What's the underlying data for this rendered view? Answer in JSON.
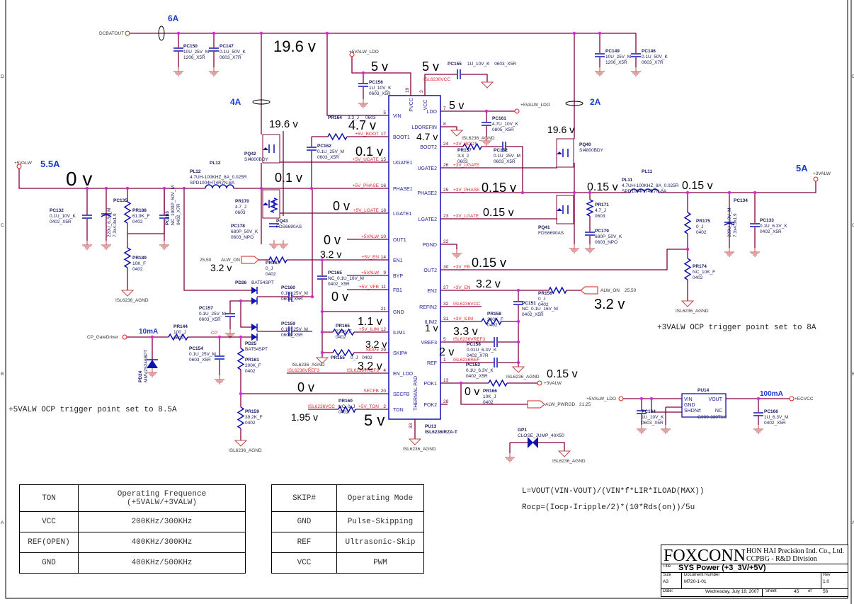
{
  "title_block": {
    "company": "FOXCONN",
    "company_full": "HON HAI Precision Ind. Co., Ltd.",
    "division": "CCPBG - R&D Division",
    "title_label": "Title",
    "title": "SYS Power (+3_3V/+5V)",
    "size_label": "Size",
    "size": "A3",
    "docnum_label": "Document Number",
    "docnum": "M720-1-01",
    "rev_label": "Rev",
    "rev": "1.0",
    "date_label": "Date:",
    "date": "Wednesday, July 18, 2007",
    "sheet_label": "Sheet",
    "sheet": "45",
    "of_label": "of",
    "sheet_total": "56"
  },
  "ic": {
    "ref": "PU13",
    "part": "ISL6236IRZA-T",
    "thermal_label": "THERMAL PAD",
    "thermal_pin": "33",
    "top_pins": [
      {
        "name": "PVCC",
        "num": "19"
      },
      {
        "name": "VCC",
        "num": "3"
      }
    ],
    "left_pins": [
      {
        "name": "VIN",
        "num": "5",
        "net": ""
      },
      {
        "name": "BOOT1",
        "num": "17",
        "net": "+5V_BOOT"
      },
      {
        "name": "UGATE1",
        "num": "15",
        "net": "+5V_UGATE"
      },
      {
        "name": "PHASE1",
        "num": "16",
        "net": "+5V_PHASE"
      },
      {
        "name": "LGATE1",
        "num": "18",
        "net": "+5V_LGATE"
      },
      {
        "name": "OUT1",
        "num": "10",
        "net": "+5VALW"
      },
      {
        "name": "EN1",
        "num": "14",
        "net": "+5V_EN"
      },
      {
        "name": "BYP",
        "num": "9",
        "net": "+5VALW"
      },
      {
        "name": "FB1",
        "num": "11",
        "net": "+5V_VFB"
      },
      {
        "name": "GND",
        "num": "21",
        "net": ""
      },
      {
        "name": "ILIM1",
        "num": "12",
        "net": "+5V_ILIM"
      },
      {
        "name": "SKIP#",
        "num": "29",
        "net": "SKIP#"
      },
      {
        "name": "EN_LDO",
        "num": "4",
        "net": "ISL6236VREF3"
      },
      {
        "name": "SECFB",
        "num": "20",
        "net": "SECFB"
      },
      {
        "name": "TON",
        "num": "2",
        "net": "+5V_TON"
      }
    ],
    "right_pins": [
      {
        "name": "LDO",
        "num": "7",
        "net": ""
      },
      {
        "name": "LDOREFIN",
        "num": "8",
        "net": ""
      },
      {
        "name": "BOOT2",
        "num": "24",
        "net": "+3V_BOOT"
      },
      {
        "name": "UGATE2",
        "num": "26",
        "net": "+3V_UGATE"
      },
      {
        "name": "PHASE2",
        "num": "25",
        "net": "+3V_PHASE"
      },
      {
        "name": "LGATE2",
        "num": "23",
        "net": "+3V_LGATE"
      },
      {
        "name": "PGND",
        "num": "22",
        "net": ""
      },
      {
        "name": "OUT2",
        "num": "30",
        "net": "+3V_FB"
      },
      {
        "name": "EN2",
        "num": "27",
        "net": "+3V_EN"
      },
      {
        "name": "REFIN2",
        "num": "32",
        "net": "ISL6236VCC"
      },
      {
        "name": "ILIM2",
        "num": "31",
        "net": "+3V_ILIM"
      },
      {
        "name": "VREF3",
        "num": "5",
        "net": "ISL6236VREF3"
      },
      {
        "name": "REF",
        "num": "1",
        "net": "ISL6236REF"
      },
      {
        "name": "POK1",
        "num": "13",
        "net": ""
      },
      {
        "name": "POK2",
        "num": "28",
        "net": ""
      }
    ]
  },
  "extra_nets": [
    "ISL6236VCC",
    "ISL6236VCC",
    "CP"
  ],
  "ports": [
    {
      "name": "DCBATOUT"
    },
    {
      "name": "+5VALW"
    },
    {
      "name": "+5VALW_LDO"
    },
    {
      "name": "+5VALW_LDO"
    },
    {
      "name": "+3VALW"
    },
    {
      "name": "+3VALW"
    },
    {
      "name": "ALW_ON",
      "ref": "25,50"
    },
    {
      "name": "ALW_ON",
      "ref": "25,50"
    },
    {
      "name": "CP_GateDriver"
    },
    {
      "name": "ALW_PWRGD",
      "ref": "21,25"
    },
    {
      "name": "+5VALW_LDO"
    },
    {
      "name": "+ECVCC"
    }
  ],
  "agnd_label": "ISL6236_AGND",
  "voltages": [
    "19.6 v",
    "5 v",
    "5 v",
    "19.6 v",
    "4.7 v",
    "0.1 v",
    "0 v",
    "0.1 v",
    "0 v",
    "0 v",
    "3.2 v",
    "3.2 v",
    "0 v",
    "1.1 v",
    "3.2 v",
    "3.2 v",
    "0 v",
    "1.95 v",
    "5 v",
    "5 v",
    "4.7 v",
    "0.15 v",
    "0.15 v",
    "19.6 v",
    "0.15 v",
    "0.15 v",
    "0.15 v",
    "3.2 v",
    "3.2 v",
    "1 v",
    "3.3 v",
    "2 v",
    "0.15 v",
    "0 v"
  ],
  "currents": [
    "6A",
    "4A",
    "5.5A",
    "2A",
    "5A",
    "10mA",
    "100mA"
  ],
  "components": [
    {
      "ref": "PC150",
      "value": "10U_25V_M",
      "pkg": "1206_X5R"
    },
    {
      "ref": "PC147",
      "value": "0.1U_50V_K",
      "pkg": "0603_X7R"
    },
    {
      "ref": "PC149",
      "value": "10U_25V_M",
      "pkg": "1206_X5R"
    },
    {
      "ref": "PC146",
      "value": "0.1U_50V_K",
      "pkg": "0603_X7R"
    },
    {
      "ref": "PC156",
      "value": "1U_10V_K",
      "pkg": "0603_X5R"
    },
    {
      "ref": "PC155",
      "value": "1U_10V_K",
      "pkg": "0603_X5R"
    },
    {
      "ref": "PC161",
      "value": "4.7U_10V_K",
      "pkg": "0805_X5R"
    },
    {
      "ref": "PR164",
      "value": "3.3_J",
      "pkg": "0603"
    },
    {
      "ref": "PC162",
      "value": "0.1U_25V_M",
      "pkg": "0603_X5R"
    },
    {
      "ref": "PR157",
      "value": "3.3_J",
      "pkg": "0603"
    },
    {
      "ref": "PC152",
      "value": "0.1U_25V_M",
      "pkg": "0603_X5R"
    },
    {
      "ref": "PQ42",
      "value": "SI4800BDY",
      "pkg": ""
    },
    {
      "ref": "PL12",
      "value": "4.7UH-100KHZ_8A_0.025R",
      "pkg": "SPD1004HT4R7N-8A"
    },
    {
      "ref": "PQ43",
      "value": "FDS6690AS",
      "pkg": ""
    },
    {
      "ref": "PR170",
      "value": "4.7_J",
      "pkg": "0603"
    },
    {
      "ref": "PC178",
      "value": "680P_50V_K",
      "pkg": "0603_NPO"
    },
    {
      "ref": "PC132",
      "value": "0.1U_10V_K",
      "pkg": "0402_X5R"
    },
    {
      "ref": "PC135",
      "value": "220U_6.3V_M",
      "pkg": "7.3x4.3x1.9"
    },
    {
      "ref": "PR188",
      "value": "61.9K_F",
      "pkg": "0402"
    },
    {
      "ref": "PC163",
      "value": "NC_1000P_50V_M",
      "pkg": "0402_X7R"
    },
    {
      "ref": "PR189",
      "value": "10K_F",
      "pkg": "0402"
    },
    {
      "ref": "PQ40",
      "value": "SI4800BDY",
      "pkg": ""
    },
    {
      "ref": "PL11",
      "value": "4.7UH-100KHZ_8A_0.025R",
      "pkg": "SPD1004HT4R7N-8A"
    },
    {
      "ref": "PQ41",
      "value": "FDS6690AS",
      "pkg": ""
    },
    {
      "ref": "PR171",
      "value": "4.7_J",
      "pkg": "0603"
    },
    {
      "ref": "PC179",
      "value": "680P_50V_K",
      "pkg": "0603_NPO"
    },
    {
      "ref": "PR175",
      "value": "0_J",
      "pkg": "0402"
    },
    {
      "ref": "PC134",
      "value": "220U_6.3V_M",
      "pkg": "7.3x4.3x1.9"
    },
    {
      "ref": "PC133",
      "value": "0.1U_6.3V_K",
      "pkg": "0402_X5R"
    },
    {
      "ref": "PR174",
      "value": "NC_10K_F",
      "pkg": "0402"
    },
    {
      "ref": "PC165",
      "value": "NC_0.1U_16V_M",
      "pkg": "0402_X5R"
    },
    {
      "ref": "PR165",
      "value": "220K_F",
      "pkg": "0402"
    },
    {
      "ref": "PR155",
      "value": "0_J",
      "pkg": "0402"
    },
    {
      "ref": "PR160",
      "value": "NC_0_J",
      "pkg": "0402"
    },
    {
      "ref": "PR167",
      "value": "0_J",
      "pkg": "0402"
    },
    {
      "ref": "PD26",
      "value": "BAT54SPT",
      "pkg": ""
    },
    {
      "ref": "PC160",
      "value": "0.1U_25V_M",
      "pkg": "0603_X5R"
    },
    {
      "ref": "PC157",
      "value": "0.1U_25V_M",
      "pkg": "0603_X5R"
    },
    {
      "ref": "PC159",
      "value": "0.1U_25V_M",
      "pkg": "0603_X5R"
    },
    {
      "ref": "PD25",
      "value": "BAT54SPT",
      "pkg": ""
    },
    {
      "ref": "PR144",
      "value": "100_J",
      "pkg": "0603"
    },
    {
      "ref": "PC154",
      "value": "0.1U_25V_M",
      "pkg": "0603_X5R"
    },
    {
      "ref": "PR161",
      "value": "200K_F",
      "pkg": "0402"
    },
    {
      "ref": "PD24",
      "value": "MMVZ5246BPT",
      "pkg": ""
    },
    {
      "ref": "PR159",
      "value": "39.2K_F",
      "pkg": "0402"
    },
    {
      "ref": "PC151",
      "value": "NC_0.1U_16V_M",
      "pkg": "0402_X5R"
    },
    {
      "ref": "PR158",
      "value": "200K_F",
      "pkg": "0402"
    },
    {
      "ref": "PC158",
      "value": "0.01U_6.3V_K",
      "pkg": "0402_X7R"
    },
    {
      "ref": "PC153",
      "value": "0.1U_6.3V_K",
      "pkg": "0402_X5R"
    },
    {
      "ref": "PR166",
      "value": "10K_J",
      "pkg": "0402"
    },
    {
      "ref": "PR156",
      "value": "0_J",
      "pkg": "0402"
    },
    {
      "ref": "GP1",
      "value": "CLOSE_JUMP_40X50",
      "pkg": ""
    },
    {
      "ref": "PU14",
      "value": "G909-330T1U",
      "pkg": ""
    },
    {
      "ref": "PC164",
      "value": "1U_10V_K",
      "pkg": "0603_X5R"
    },
    {
      "ref": "PC166",
      "value": "1U_6.3V_M",
      "pkg": "0402_X5R"
    }
  ],
  "pu14_pins": [
    "VIN",
    "GND",
    "SHDN#",
    "VOUT",
    "NC"
  ],
  "notes": {
    "ocp_5v": "+5VALW OCP trigger point set to 8.5A",
    "ocp_3v": "+3VALW OCP trigger point set to 8A",
    "formula_l": "L=VOUT(VIN-VOUT)/(VIN*f*LIR*ILOAD(MAX))",
    "formula_rocp": "Rocp=(Iocp-Iripple/2)*(10*Rds(on))/5u"
  },
  "ton_table": {
    "headers": [
      "TON",
      "Operating Frequence",
      "(+5VALW/+3VALW)"
    ],
    "rows": [
      [
        "VCC",
        "200KHz/300KHz"
      ],
      [
        "REF(OPEN)",
        "400KHz/300KHz"
      ],
      [
        "GND",
        "400KHz/500KHz"
      ]
    ]
  },
  "skip_table": {
    "headers": [
      "SKIP#",
      "Operating Mode"
    ],
    "rows": [
      [
        "GND",
        "Pulse-Skipping"
      ],
      [
        "REF",
        "Ultrasonic-Skip"
      ],
      [
        "VCC",
        "PWM"
      ]
    ]
  },
  "border_zones": [
    "D",
    "C",
    "B",
    "A"
  ]
}
